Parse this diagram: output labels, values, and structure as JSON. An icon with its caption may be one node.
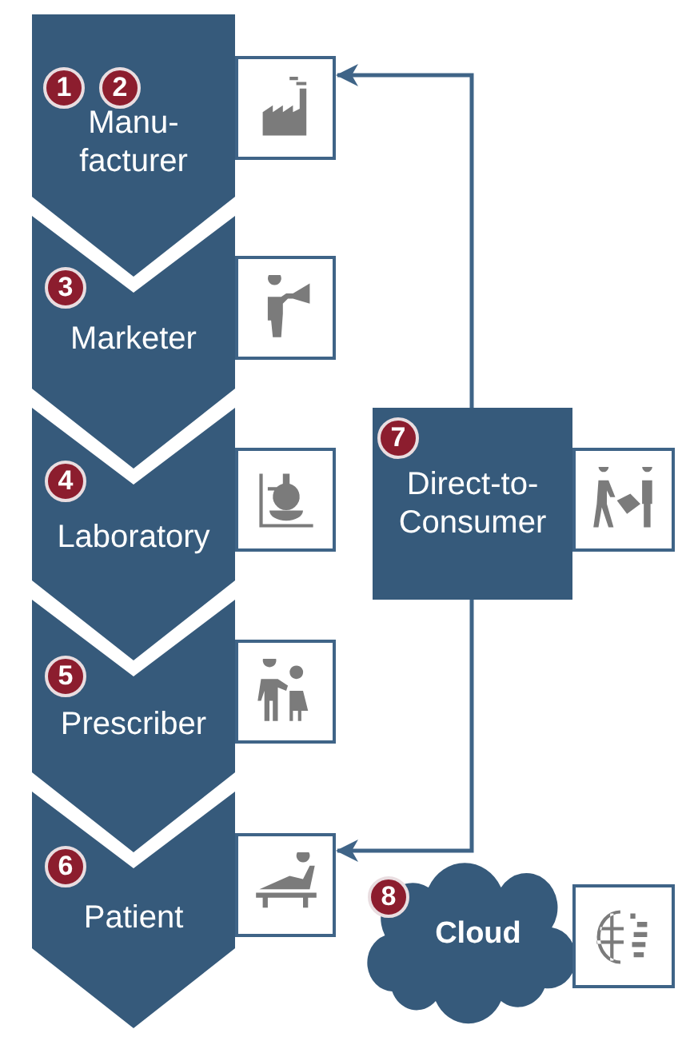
{
  "diagram": {
    "nodes": [
      {
        "text": [
          "1",
          "2",
          "Manu- facturer"
        ]
      },
      {
        "text": [],
        "shape": "picture"
      },
      {
        "text": [
          "3",
          "Marketer"
        ]
      },
      {
        "text": [],
        "shape": "picture"
      },
      {
        "text": [
          "4",
          "Laboratory"
        ]
      },
      {
        "text": [],
        "shape": "picture"
      },
      {
        "text": [
          "7",
          "Direct-to- Consumer"
        ]
      },
      {
        "text": [],
        "shape": "picture"
      },
      {
        "text": [
          "5",
          "Prescriber"
        ]
      },
      {
        "text": [],
        "shape": "picture"
      },
      {
        "text": [
          "6",
          "Patient"
        ]
      },
      {
        "text": [],
        "shape": "picture"
      },
      {
        "text": [
          "8",
          "Cloud"
        ]
      },
      {
        "text": [],
        "shape": "picture"
      }
    ],
    "edges": [
      {
        "from": 6,
        "to": 1,
        "arrow": "to"
      },
      {
        "from": 6,
        "to": 11,
        "arrow": "to"
      }
    ]
  }
}
